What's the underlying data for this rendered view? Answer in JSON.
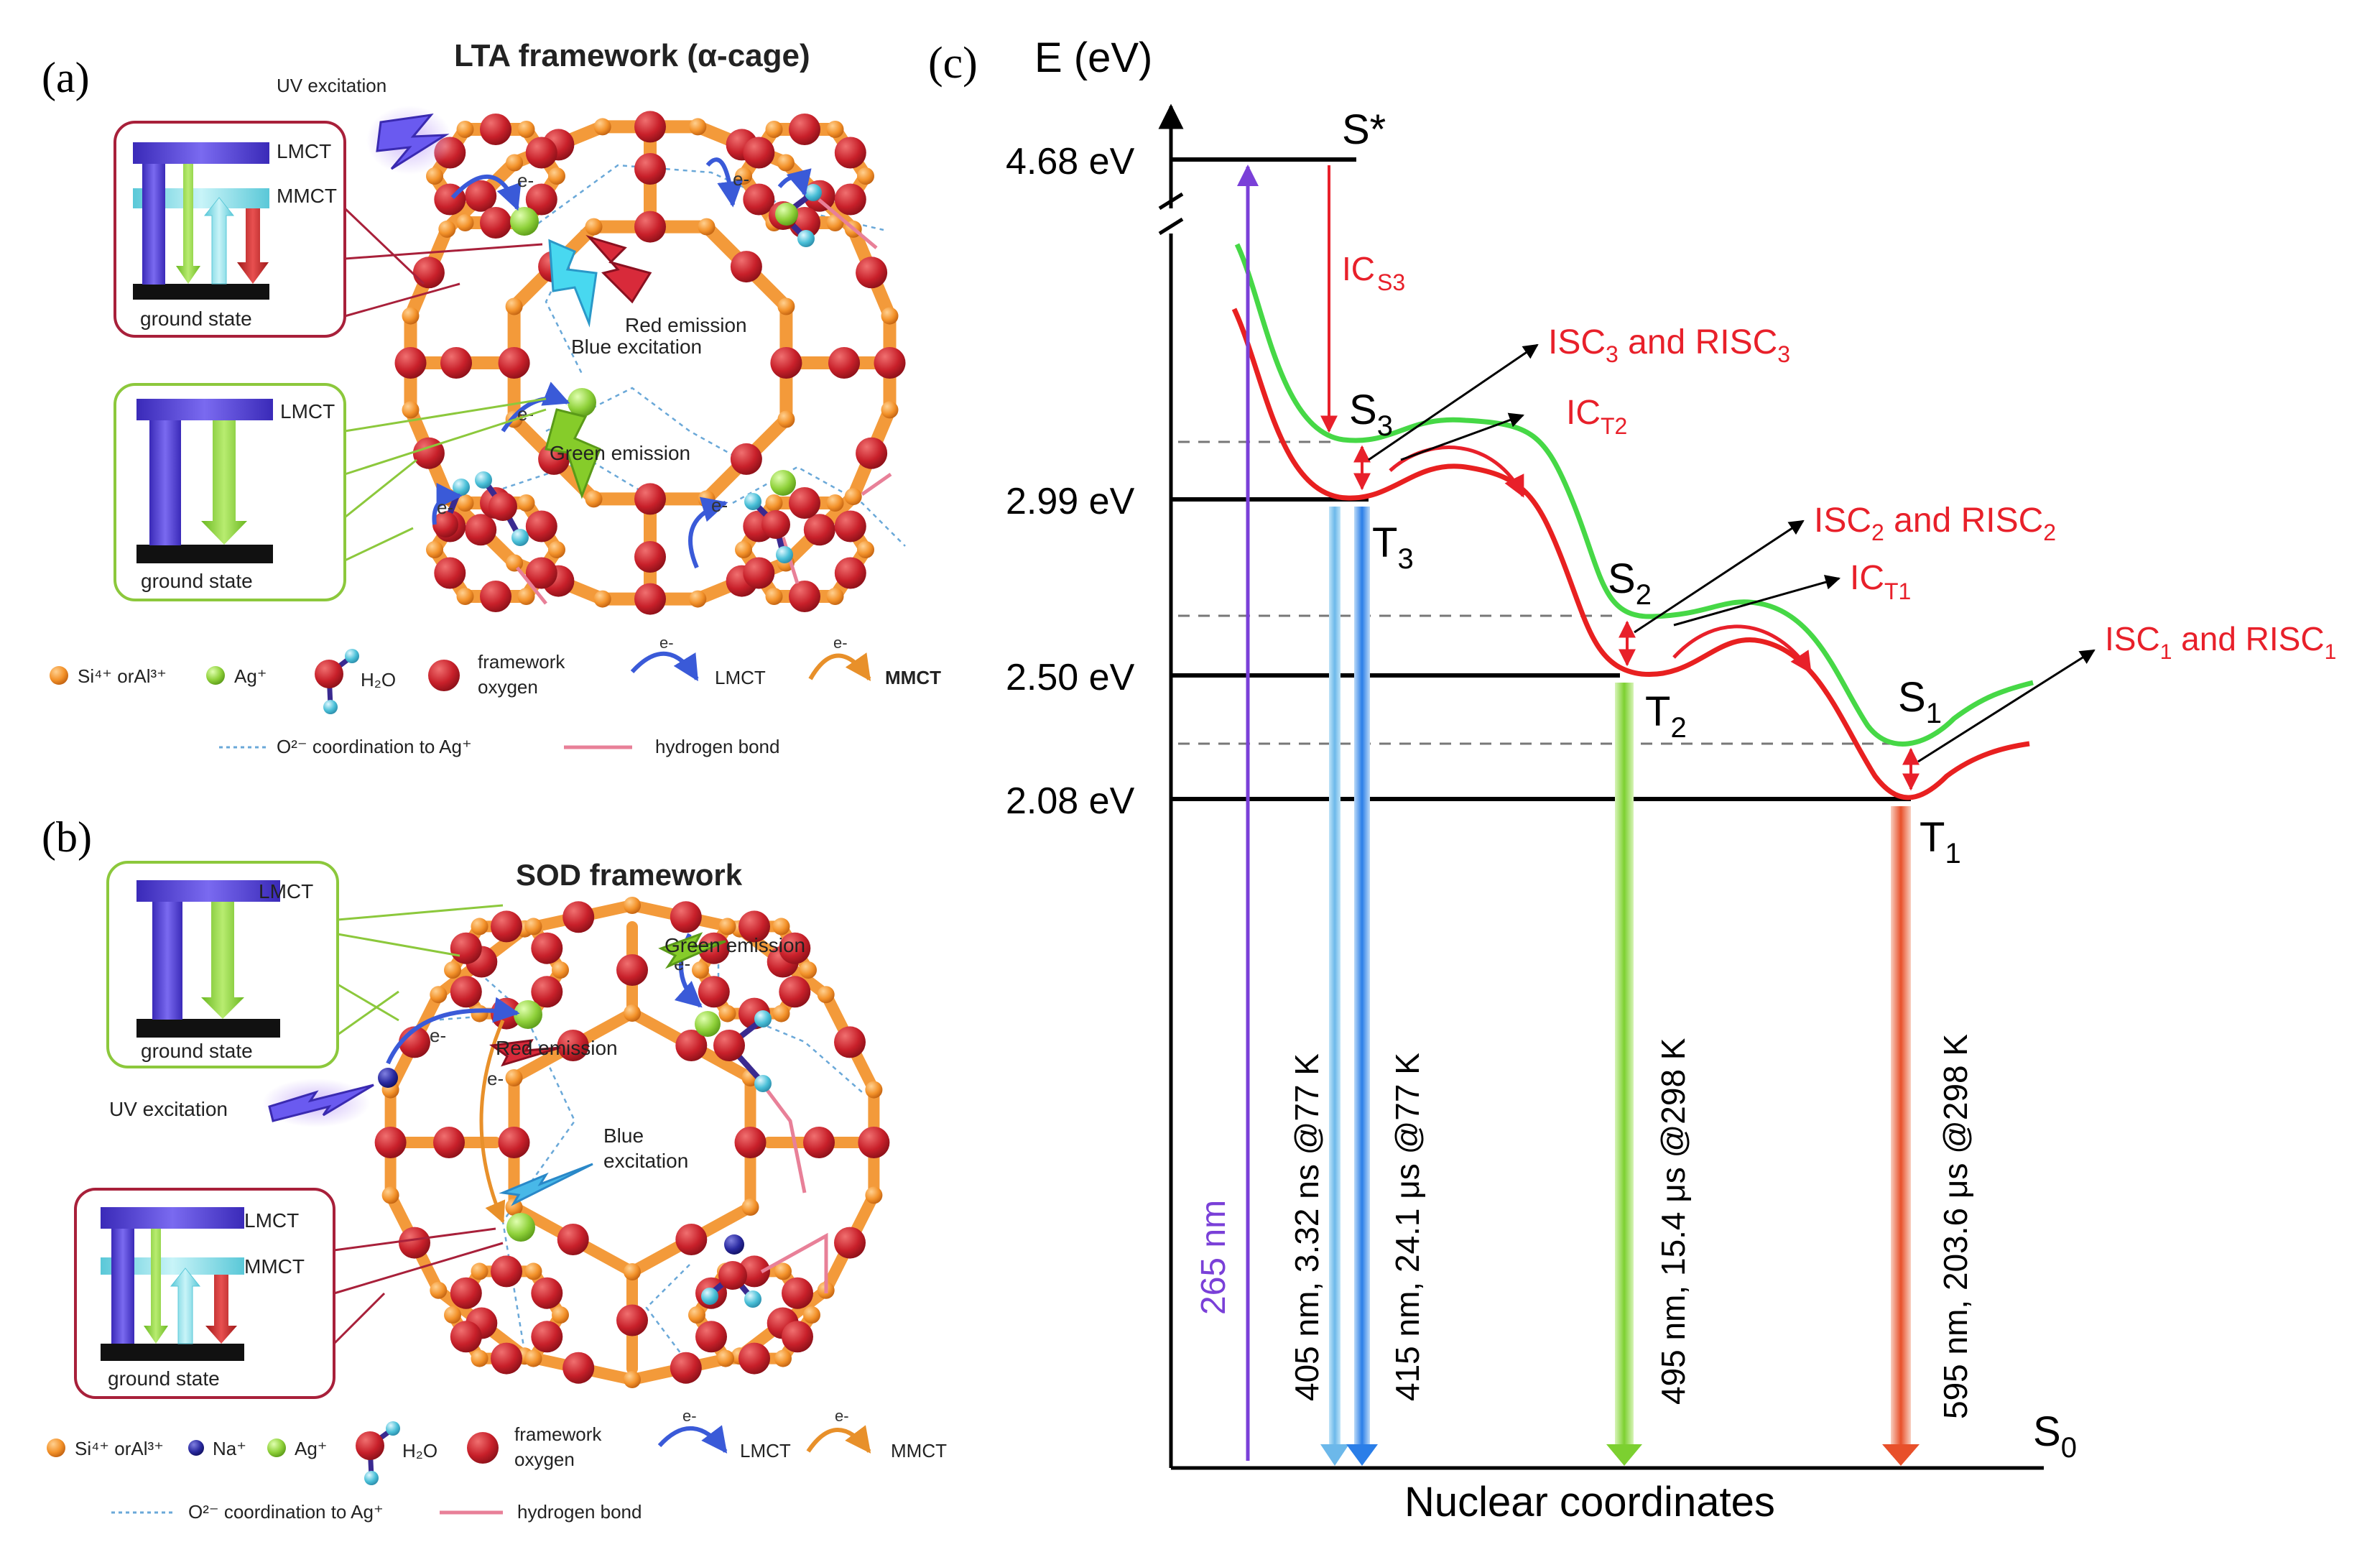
{
  "colors": {
    "framework_bond": "#f39a3a",
    "framework_atom": "#c8202a",
    "silver": "#8fd13a",
    "water_h": "#4ac0d8",
    "lmct": "#5a3fd0",
    "mmct": "#8ee0e8",
    "green_emission": "#86cc2a",
    "red_emission": "#c0202a",
    "blue_excitation": "#48b8e8",
    "box_red": "#a8203a",
    "box_green": "#8cc83c",
    "hbond": "#e88098",
    "singlet_curve": "#46d846",
    "triplet_curve": "#e82020",
    "excitation_265": "#7a40d8",
    "label_red": "#e8202a",
    "arrow_405": "#7cc4ec",
    "arrow_415": "#3a8ee8",
    "arrow_495": "#8ad83a",
    "arrow_595": "#e85a3a"
  },
  "panel_a": {
    "label": "(a)",
    "title": "LTA framework (α-cage)",
    "uv_excitation": "UV excitation",
    "red_emission": "Red emission",
    "blue_excitation": "Blue excitation",
    "green_emission": "Green emission",
    "electron": "e-",
    "box1": {
      "lmct": "LMCT",
      "mmct": "MMCT",
      "ground": "ground state"
    },
    "box2": {
      "lmct": "LMCT",
      "ground": "ground state"
    },
    "legend": {
      "si_al": "Si⁴⁺ orAl³⁺",
      "ag": "Ag⁺",
      "h2o": "H₂O",
      "framework_oxygen_1": "framework",
      "framework_oxygen_2": "oxygen",
      "lmct": "LMCT",
      "mmct": "MMCT",
      "coordination": "O²⁻ coordination to Ag⁺",
      "hbond": "hydrogen bond"
    }
  },
  "panel_b": {
    "label": "(b)",
    "title": "SOD framework",
    "green_emission": "Green emission",
    "red_emission": "Red emission",
    "uv_excitation": "UV excitation",
    "blue_excitation_1": "Blue",
    "blue_excitation_2": "excitation",
    "electron": "e-",
    "box1": {
      "lmct": "LMCT",
      "ground": "ground state"
    },
    "box2": {
      "lmct": "LMCT",
      "mmct": "MMCT",
      "ground": "ground state"
    },
    "legend": {
      "si_al": "Si⁴⁺ orAl³⁺",
      "na": "Na⁺",
      "ag": "Ag⁺",
      "h2o": "H₂O",
      "framework_oxygen_1": "framework",
      "framework_oxygen_2": "oxygen",
      "lmct": "LMCT",
      "mmct": "MMCT",
      "coordination": "O²⁻ coordination to Ag⁺",
      "hbond": "hydrogen bond"
    }
  },
  "panel_c": {
    "label": "(c)",
    "y_axis_label": "E (eV)",
    "x_axis_label": "Nuclear coordinates",
    "energy_levels": [
      {
        "label": "4.68 eV",
        "energy_ev": 4.68
      },
      {
        "label": "2.99 eV",
        "energy_ev": 2.99
      },
      {
        "label": "2.50 eV",
        "energy_ev": 2.5
      },
      {
        "label": "2.08 eV",
        "energy_ev": 2.08
      }
    ],
    "states": {
      "s_star": "S*",
      "s3": "S",
      "s3_sub": "3",
      "t3": "T",
      "t3_sub": "3",
      "s2": "S",
      "s2_sub": "2",
      "t2": "T",
      "t2_sub": "2",
      "s1": "S",
      "s1_sub": "1",
      "t1": "T",
      "t1_sub": "1",
      "s0": "S",
      "s0_sub": "0"
    },
    "processes": {
      "ic_s3": "IC",
      "ic_s3_sub": "S3",
      "ic_t2": "IC",
      "ic_t2_sub": "T2",
      "ic_t1": "IC",
      "ic_t1_sub": "T1",
      "isc3_a": "ISC",
      "isc3_a_sub": "3",
      "isc3_mid": " and RISC",
      "isc3_b_sub": "3",
      "isc2_a": "ISC",
      "isc2_a_sub": "2",
      "isc2_mid": " and RISC",
      "isc2_b_sub": "2",
      "isc1_a": "ISC",
      "isc1_a_sub": "1",
      "isc1_mid": " and RISC",
      "isc1_b_sub": "1"
    },
    "transitions": [
      {
        "label": "265 nm"
      },
      {
        "label": "405 nm, 3.32 ns @77 K"
      },
      {
        "label": "415 nm, 24.1 μs @77 K"
      },
      {
        "label": "495 nm, 15.4 μs @298 K"
      },
      {
        "label": "595 nm, 203.6 μs @298 K"
      }
    ]
  }
}
